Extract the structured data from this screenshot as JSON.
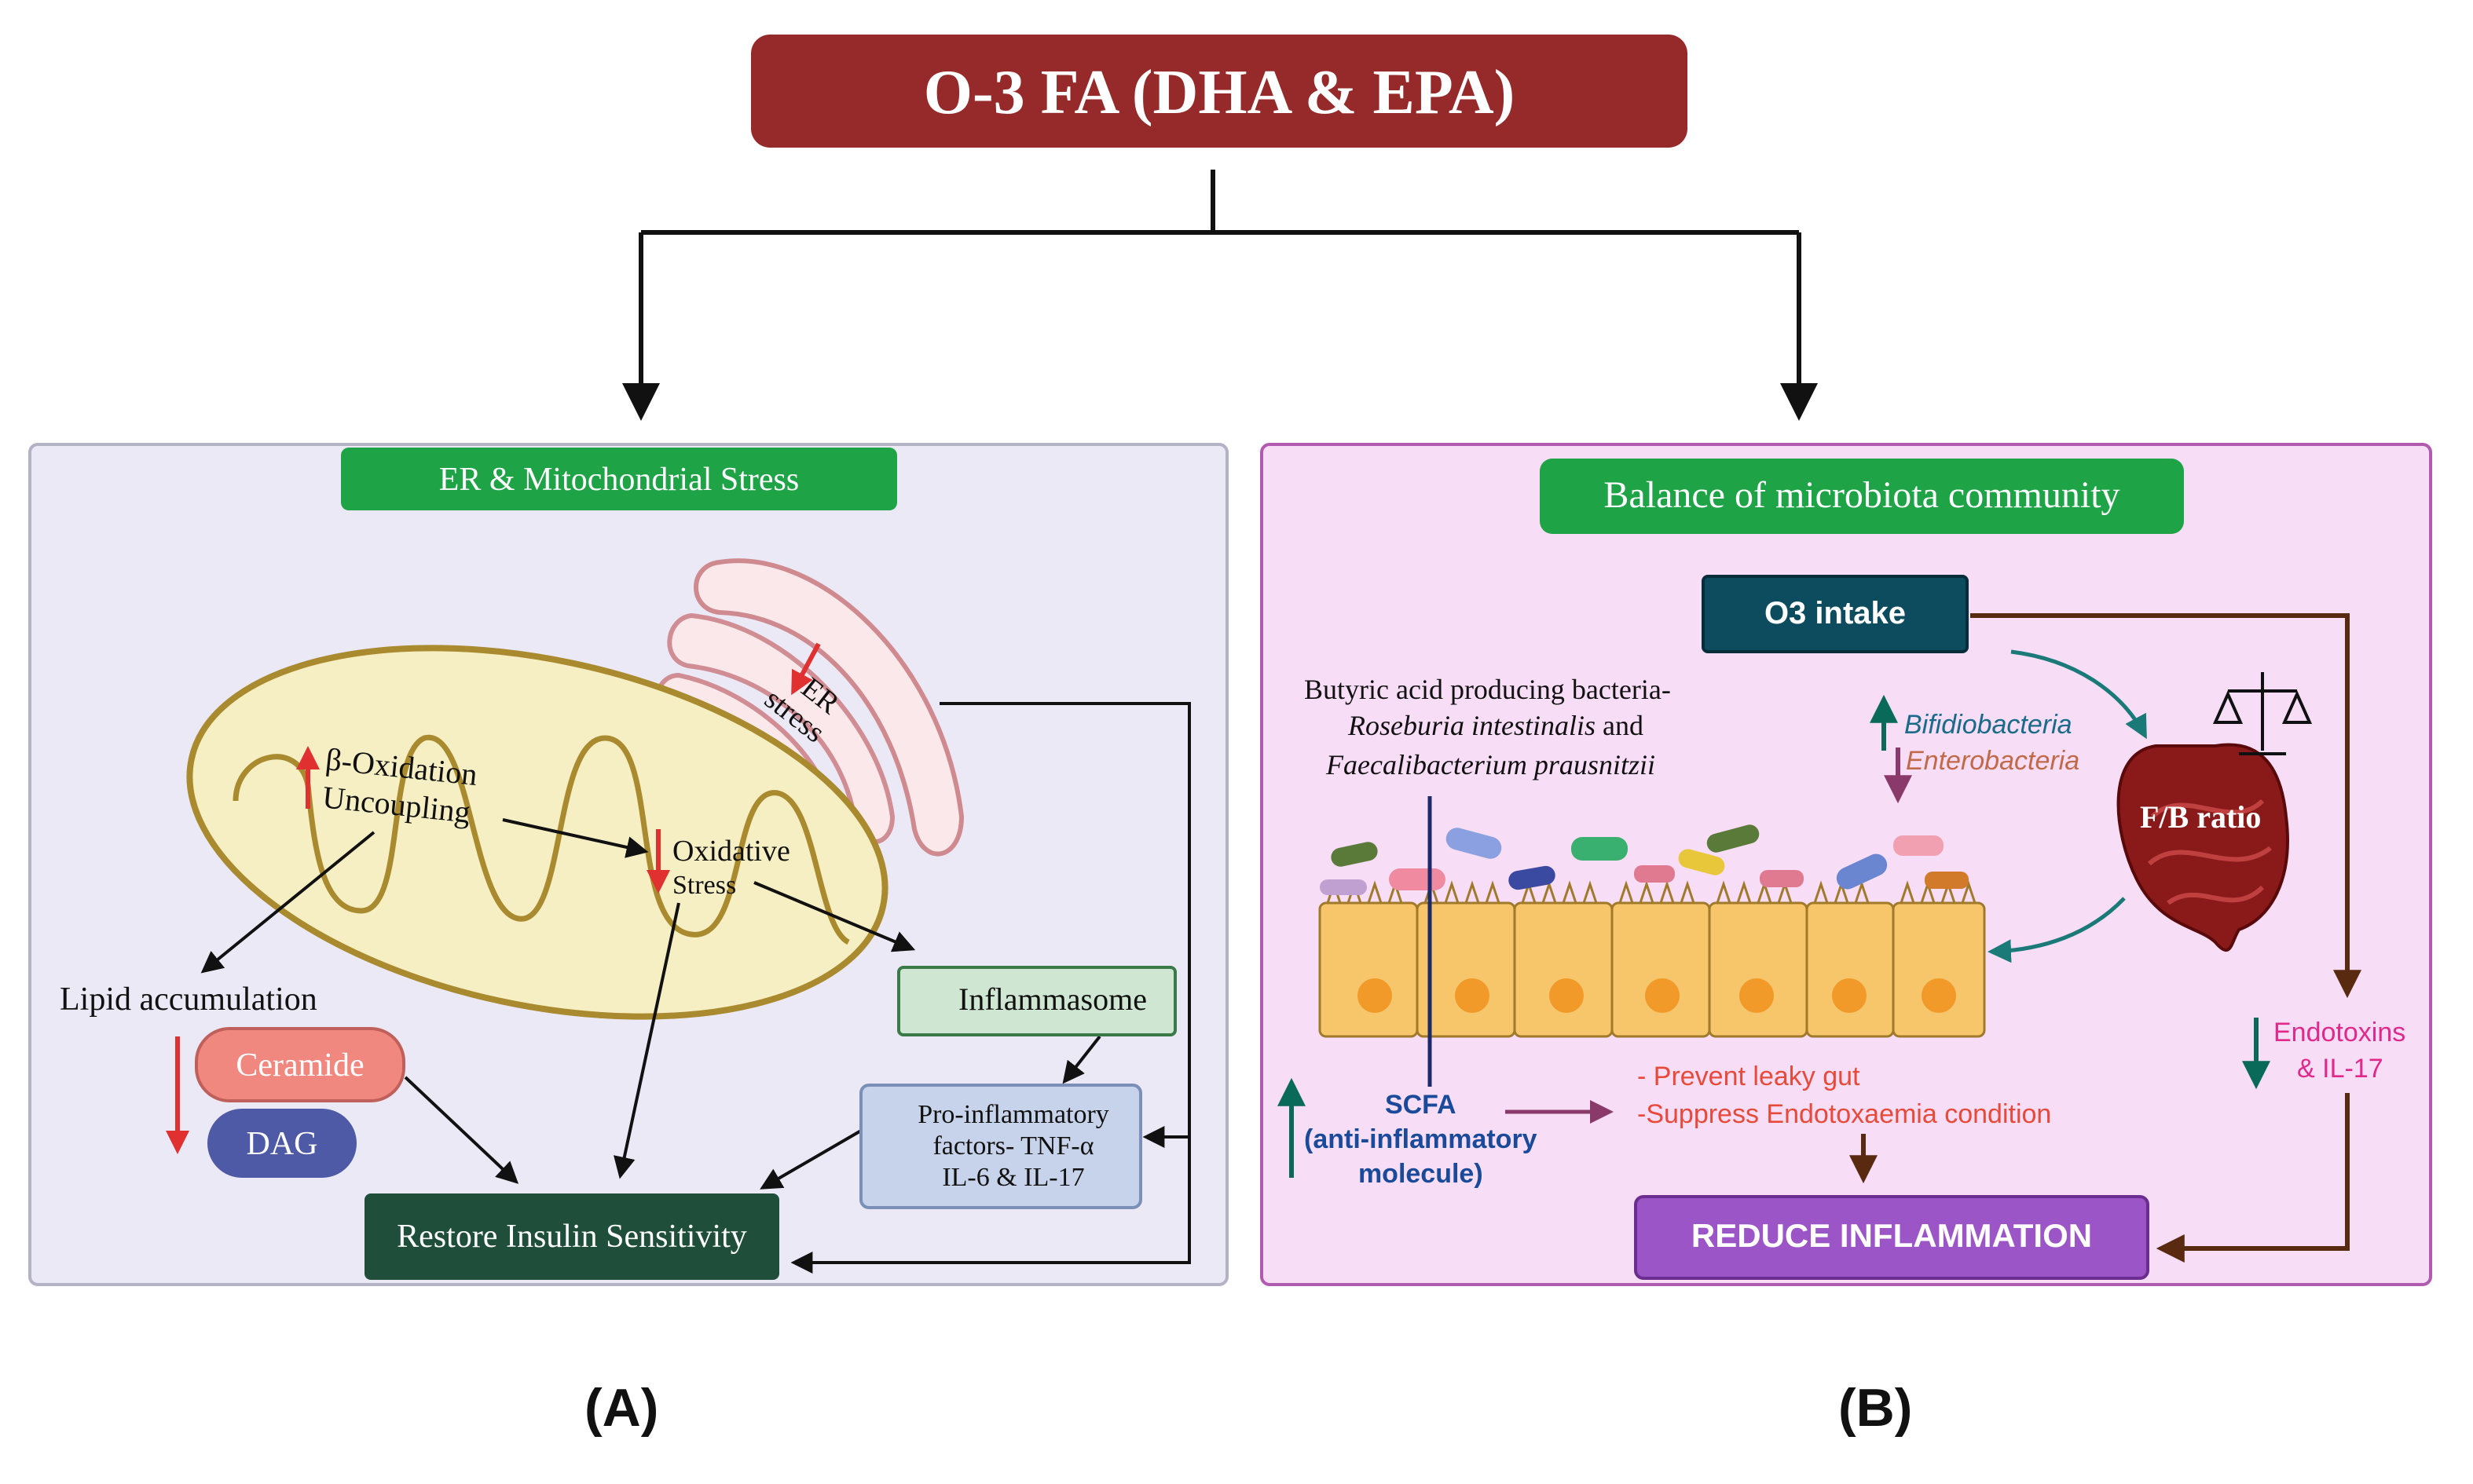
{
  "title": "O-3 FA  (DHA & EPA)",
  "panel_a": {
    "label": "(A)",
    "header": "ER & Mitochondrial Stress",
    "er_stress_line1": "ER",
    "er_stress_line2": "stress",
    "beta_oxidation": "β-Oxidation",
    "uncoupling": "Uncoupling",
    "oxidative_line1": "Oxidative",
    "oxidative_line2": "Stress",
    "lipid_accumulation": "Lipid accumulation",
    "ceramide": "Ceramide",
    "dag": "DAG",
    "inflammasome": "Inflammasome",
    "proinflammatory_line1": "Pro-inflammatory",
    "proinflammatory_line2": "factors- TNF-α",
    "proinflammatory_line3": "IL-6 & IL-17",
    "restore": "Restore Insulin Sensitivity"
  },
  "panel_b": {
    "label": "(B)",
    "header": "Balance of microbiota community",
    "o3_intake": "O3 intake",
    "butyric_line1": "Butyric acid producing bacteria-",
    "butyric_line2_a": "Roseburia intestinalis",
    "butyric_line2_b": " and",
    "butyric_line3": "Faecalibacterium prausnitzii",
    "bifidobacteria": "Bifidiobacteria",
    "enterobacteria": "Enterobacteria",
    "fb_ratio": "F/B ratio",
    "endotoxins_line1": "Endotoxins",
    "endotoxins_line2": "& IL-17",
    "scfa_line1": "SCFA",
    "scfa_line2": "(anti-inflammatory",
    "scfa_line3": "molecule)",
    "prevent": "- Prevent leaky gut",
    "suppress": "-Suppress Endotoxaemia condition",
    "reduce": "REDUCE INFLAMMATION"
  },
  "colors": {
    "title_bg": "#962a2a",
    "green_label": "#1fa347",
    "restore_bg": "#1f4f3a",
    "o3_bg": "#0d4b5e",
    "reduce_bg": "#9c55c7",
    "down_arrow_red": "#e03030",
    "teal_arrow": "#1a7a78",
    "brown_arrow": "#5a2a10",
    "pink_text": "#e0298a",
    "red_text": "#e84a3a"
  }
}
